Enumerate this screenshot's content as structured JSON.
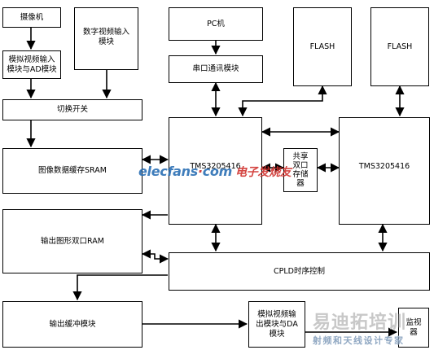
{
  "blocks": {
    "camera": "摄像机",
    "analog_in": [
      "模拟视频输入",
      "模块与AD模块"
    ],
    "digital_in": [
      "数字视频输入",
      "模块"
    ],
    "switch": "切换开关",
    "sram": "图像数据缓存SRAM",
    "output_ram": "输出图形双口RAM",
    "output_buffer": "输出缓冲模块",
    "pc": "PC机",
    "serial": "串口通讯模块",
    "flash1": "FLASH",
    "flash2": "FLASH",
    "dsp1": "TMS3205416",
    "dsp2": "TMS3205416",
    "shared_mem": [
      "共享",
      "双口",
      "存储",
      "器"
    ],
    "cpld": "CPLD时序控制",
    "analog_out": [
      "模拟视频输",
      "出模块与DA",
      "模块"
    ],
    "monitor": [
      "监视",
      "器"
    ]
  },
  "watermarks": {
    "elecfans_en": "elecfans",
    "elecfans_dot": "·",
    "elecfans_com": "com",
    "elecfans_cn": "电子发烧友",
    "yidi": "易迪拓培训",
    "rf": "射频和天线设计专家"
  },
  "colors": {
    "line": "#000000",
    "elecfans_blue": "#2b6fb4",
    "elecfans_red": "#d0312d"
  }
}
